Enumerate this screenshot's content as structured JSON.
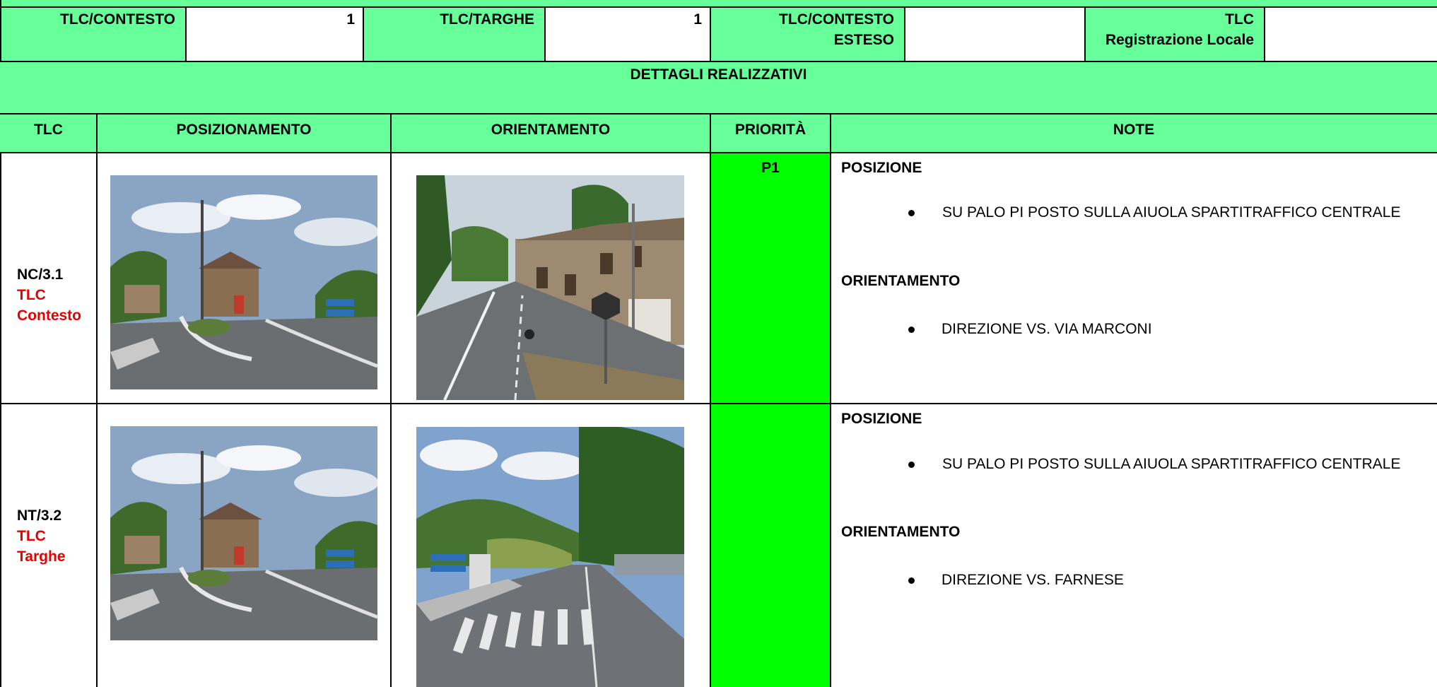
{
  "header": {
    "tlc_contesto_label": "TLC/CONTESTO",
    "tlc_contesto_value": "1",
    "tlc_targhe_label": "TLC/TARGHE",
    "tlc_targhe_value": "1",
    "tlc_contesto_esteso_label_1": "TLC/CONTESTO",
    "tlc_contesto_esteso_label_2": "ESTESO",
    "tlc_contesto_esteso_value": "",
    "tlc_reg_locale_label_1": "TLC",
    "tlc_reg_locale_label_2": "Registrazione Locale",
    "tlc_reg_locale_value": ""
  },
  "section_title": "DETTAGLI REALIZZATIVI",
  "columns": {
    "tlc": "TLC",
    "posizionamento": "POSIZIONAMENTO",
    "orientamento": "ORIENTAMENTO",
    "priorita": "PRIORITÀ",
    "note": "NOTE"
  },
  "rows": [
    {
      "code": "NC/3.1",
      "type_1": "TLC",
      "type_2": "Contesto",
      "priority": "P1",
      "pos_heading": "POSIZIONE",
      "pos_bullet": "SU PALO PI POSTO SULLA AIUOLA SPARTITRAFFICO CENTRALE",
      "or_heading": "ORIENTAMENTO",
      "or_bullet": "DIREZIONE VS. VIA MARCONI"
    },
    {
      "code": "NT/3.2",
      "type_1": "TLC",
      "type_2": "Targhe",
      "priority": "",
      "pos_heading": "POSIZIONE",
      "pos_bullet": "SU PALO PI POSTO SULLA AIUOLA SPARTITRAFFICO CENTRALE",
      "or_heading": "ORIENTAMENTO",
      "or_bullet": "DIREZIONE VS. FARNESE"
    }
  ],
  "colors": {
    "header_green": "#66ff99",
    "priority_green": "#00ff00",
    "red_text": "#e60000"
  }
}
